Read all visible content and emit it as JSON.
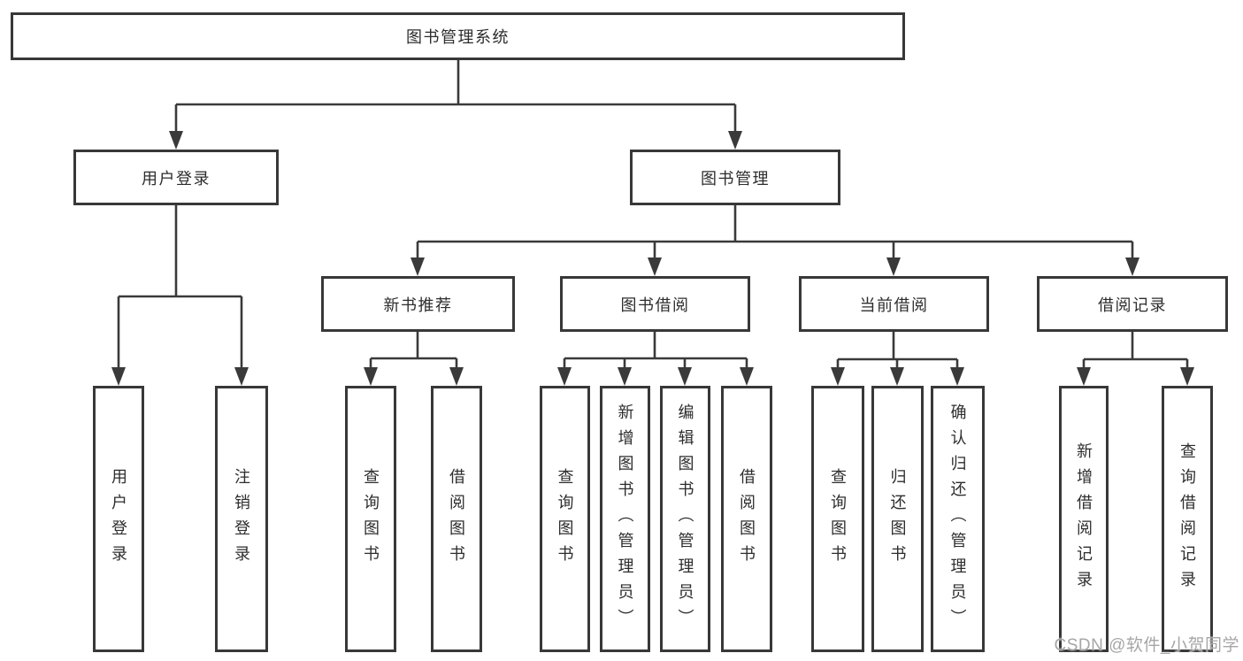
{
  "tree": {
    "label": "图书管理系统",
    "children": [
      {
        "label": "用户登录",
        "children": [
          {
            "label": "用户登录"
          },
          {
            "label": "注销登录"
          }
        ]
      },
      {
        "label": "图书管理",
        "children": [
          {
            "label": "新书推荐",
            "children": [
              {
                "label": "查询图书"
              },
              {
                "label": "借阅图书"
              }
            ]
          },
          {
            "label": "图书借阅",
            "children": [
              {
                "label": "查询图书"
              },
              {
                "label": "新增图书（管理员）"
              },
              {
                "label": "编辑图书（管理员）"
              },
              {
                "label": "借阅图书"
              }
            ]
          },
          {
            "label": "当前借阅",
            "children": [
              {
                "label": "查询图书"
              },
              {
                "label": "归还图书"
              },
              {
                "label": "确认归还（管理员）"
              }
            ]
          },
          {
            "label": "借阅记录",
            "children": [
              {
                "label": "新增借阅记录"
              },
              {
                "label": "查询借阅记录"
              }
            ]
          }
        ]
      }
    ]
  },
  "watermark": "CSDN @软件_小贺同学",
  "colors": {
    "line": "#3a3a3a",
    "box_border": "#383838",
    "text": "#2d2d2d",
    "background": "#ffffff",
    "watermark": "#a6a6a6"
  }
}
